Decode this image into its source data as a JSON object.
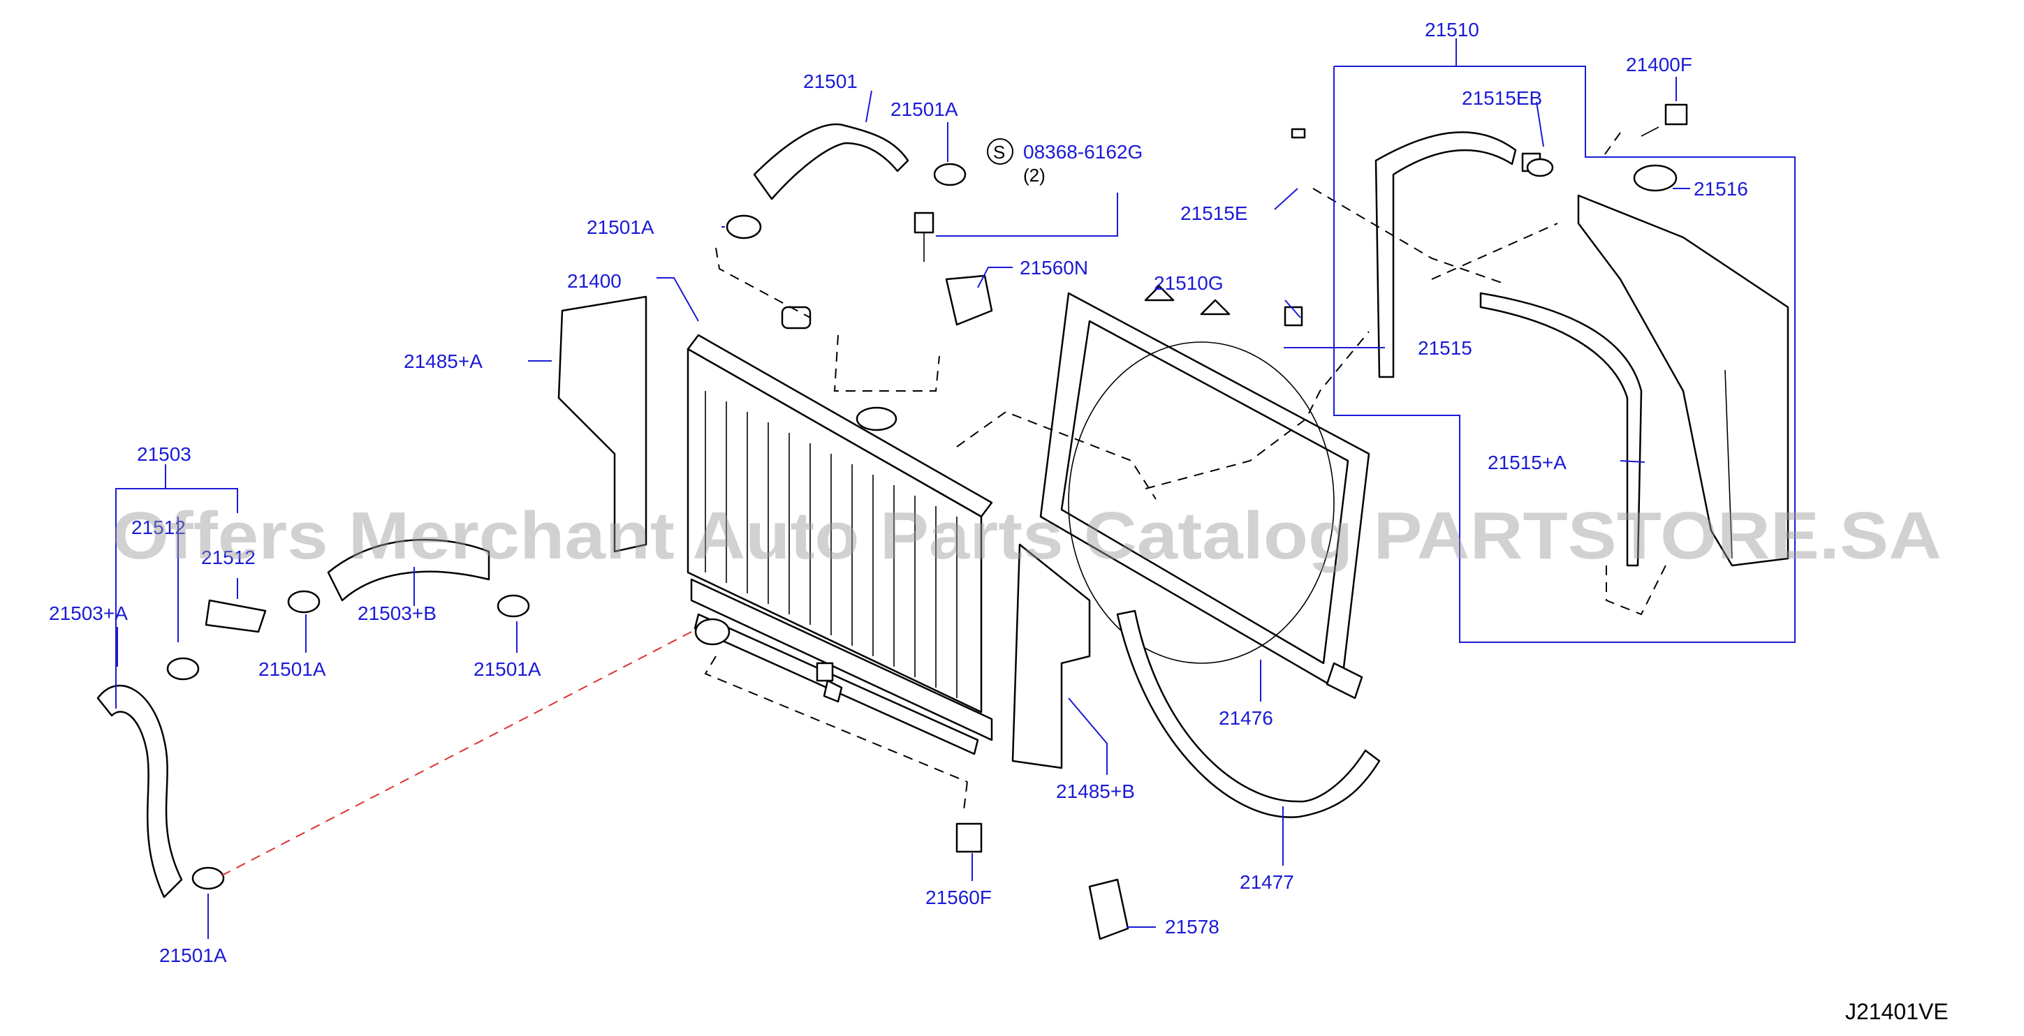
{
  "diagram_code": "J21401VE",
  "watermark": "Offers Merchant Auto Parts Catalog PARTSTORE.SA",
  "standard_part": {
    "symbol": "S",
    "number": "08368-6162G",
    "quantity": "(2)"
  },
  "labels": {
    "p21510": "21510",
    "p21400F": "21400F",
    "p21501_top": "21501",
    "p21501A_top": "21501A",
    "p21515EB": "21515EB",
    "p21516": "21516",
    "p21501A_left": "21501A",
    "p21515E": "21515E",
    "p21560N": "21560N",
    "p21400": "21400",
    "p21510G": "21510G",
    "p21485A": "21485+A",
    "p21515": "21515",
    "p21503": "21503",
    "p21515A": "21515+A",
    "p21512_a": "21512",
    "p21512_b": "21512",
    "p21503A": "21503+A",
    "p21503B": "21503+B",
    "p21501A_mid": "21501A",
    "p21501A_right": "21501A",
    "p21476": "21476",
    "p21485B": "21485+B",
    "p21560F": "21560F",
    "p21477": "21477",
    "p21578": "21578",
    "p21501A_bottom": "21501A"
  }
}
